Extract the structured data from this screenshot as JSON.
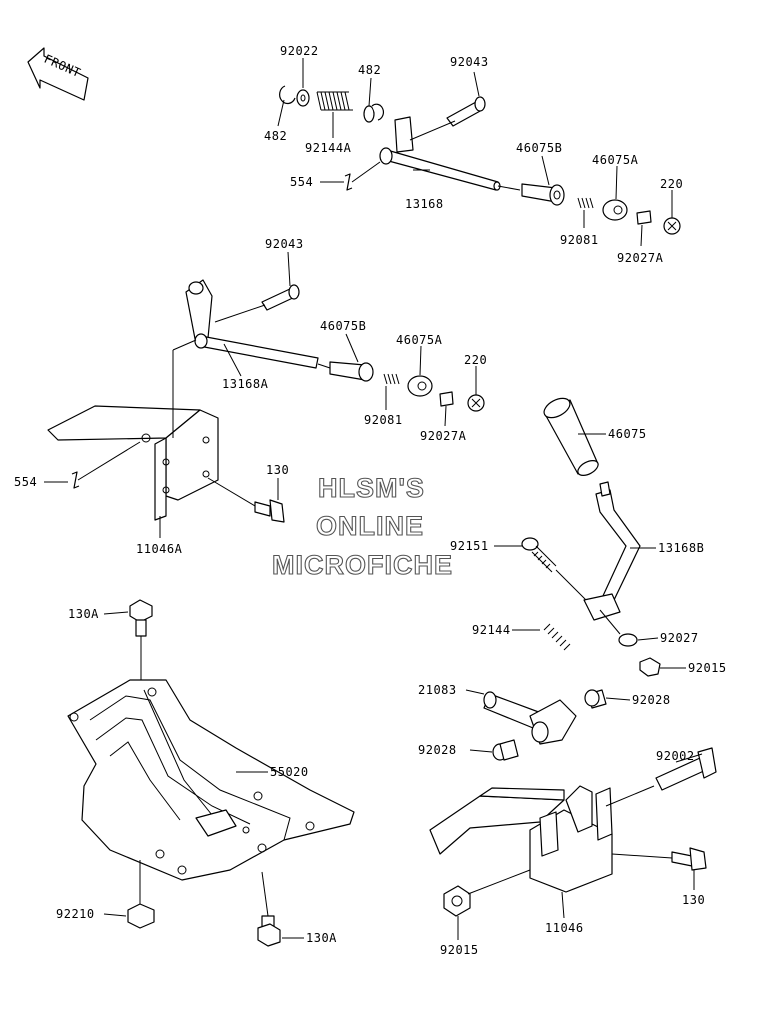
{
  "watermark": {
    "line1": "HLSM'S",
    "line2": "ONLINE",
    "line3": "MICROFICHE"
  },
  "front_badge": "FRONT",
  "parts": {
    "p92022": "92022",
    "p482_a": "482",
    "p482_b": "482",
    "p92043_a": "92043",
    "p92144A": "92144A",
    "p46075B_a": "46075B",
    "p46075A_a": "46075A",
    "p220_a": "220",
    "p554_a": "554",
    "p13168": "13168",
    "p92081_a": "92081",
    "p92027A_a": "92027A",
    "p92043_b": "92043",
    "p46075B_b": "46075B",
    "p46075A_b": "46075A",
    "p220_b": "220",
    "p13168A": "13168A",
    "p92081_b": "92081",
    "p92027A_b": "92027A",
    "p554_b": "554",
    "p130_a": "130",
    "p11046A": "11046A",
    "p46075": "46075",
    "p92151": "92151",
    "p13168B": "13168B",
    "p92144": "92144",
    "p92027": "92027",
    "p92015_a": "92015",
    "p130A_a": "130A",
    "p21083": "21083",
    "p92028_a": "92028",
    "p92028_b": "92028",
    "p92002": "92002",
    "p55020": "55020",
    "p92210": "92210",
    "p130A_b": "130A",
    "p130_b": "130",
    "p11046": "11046",
    "p92015_b": "92015"
  }
}
